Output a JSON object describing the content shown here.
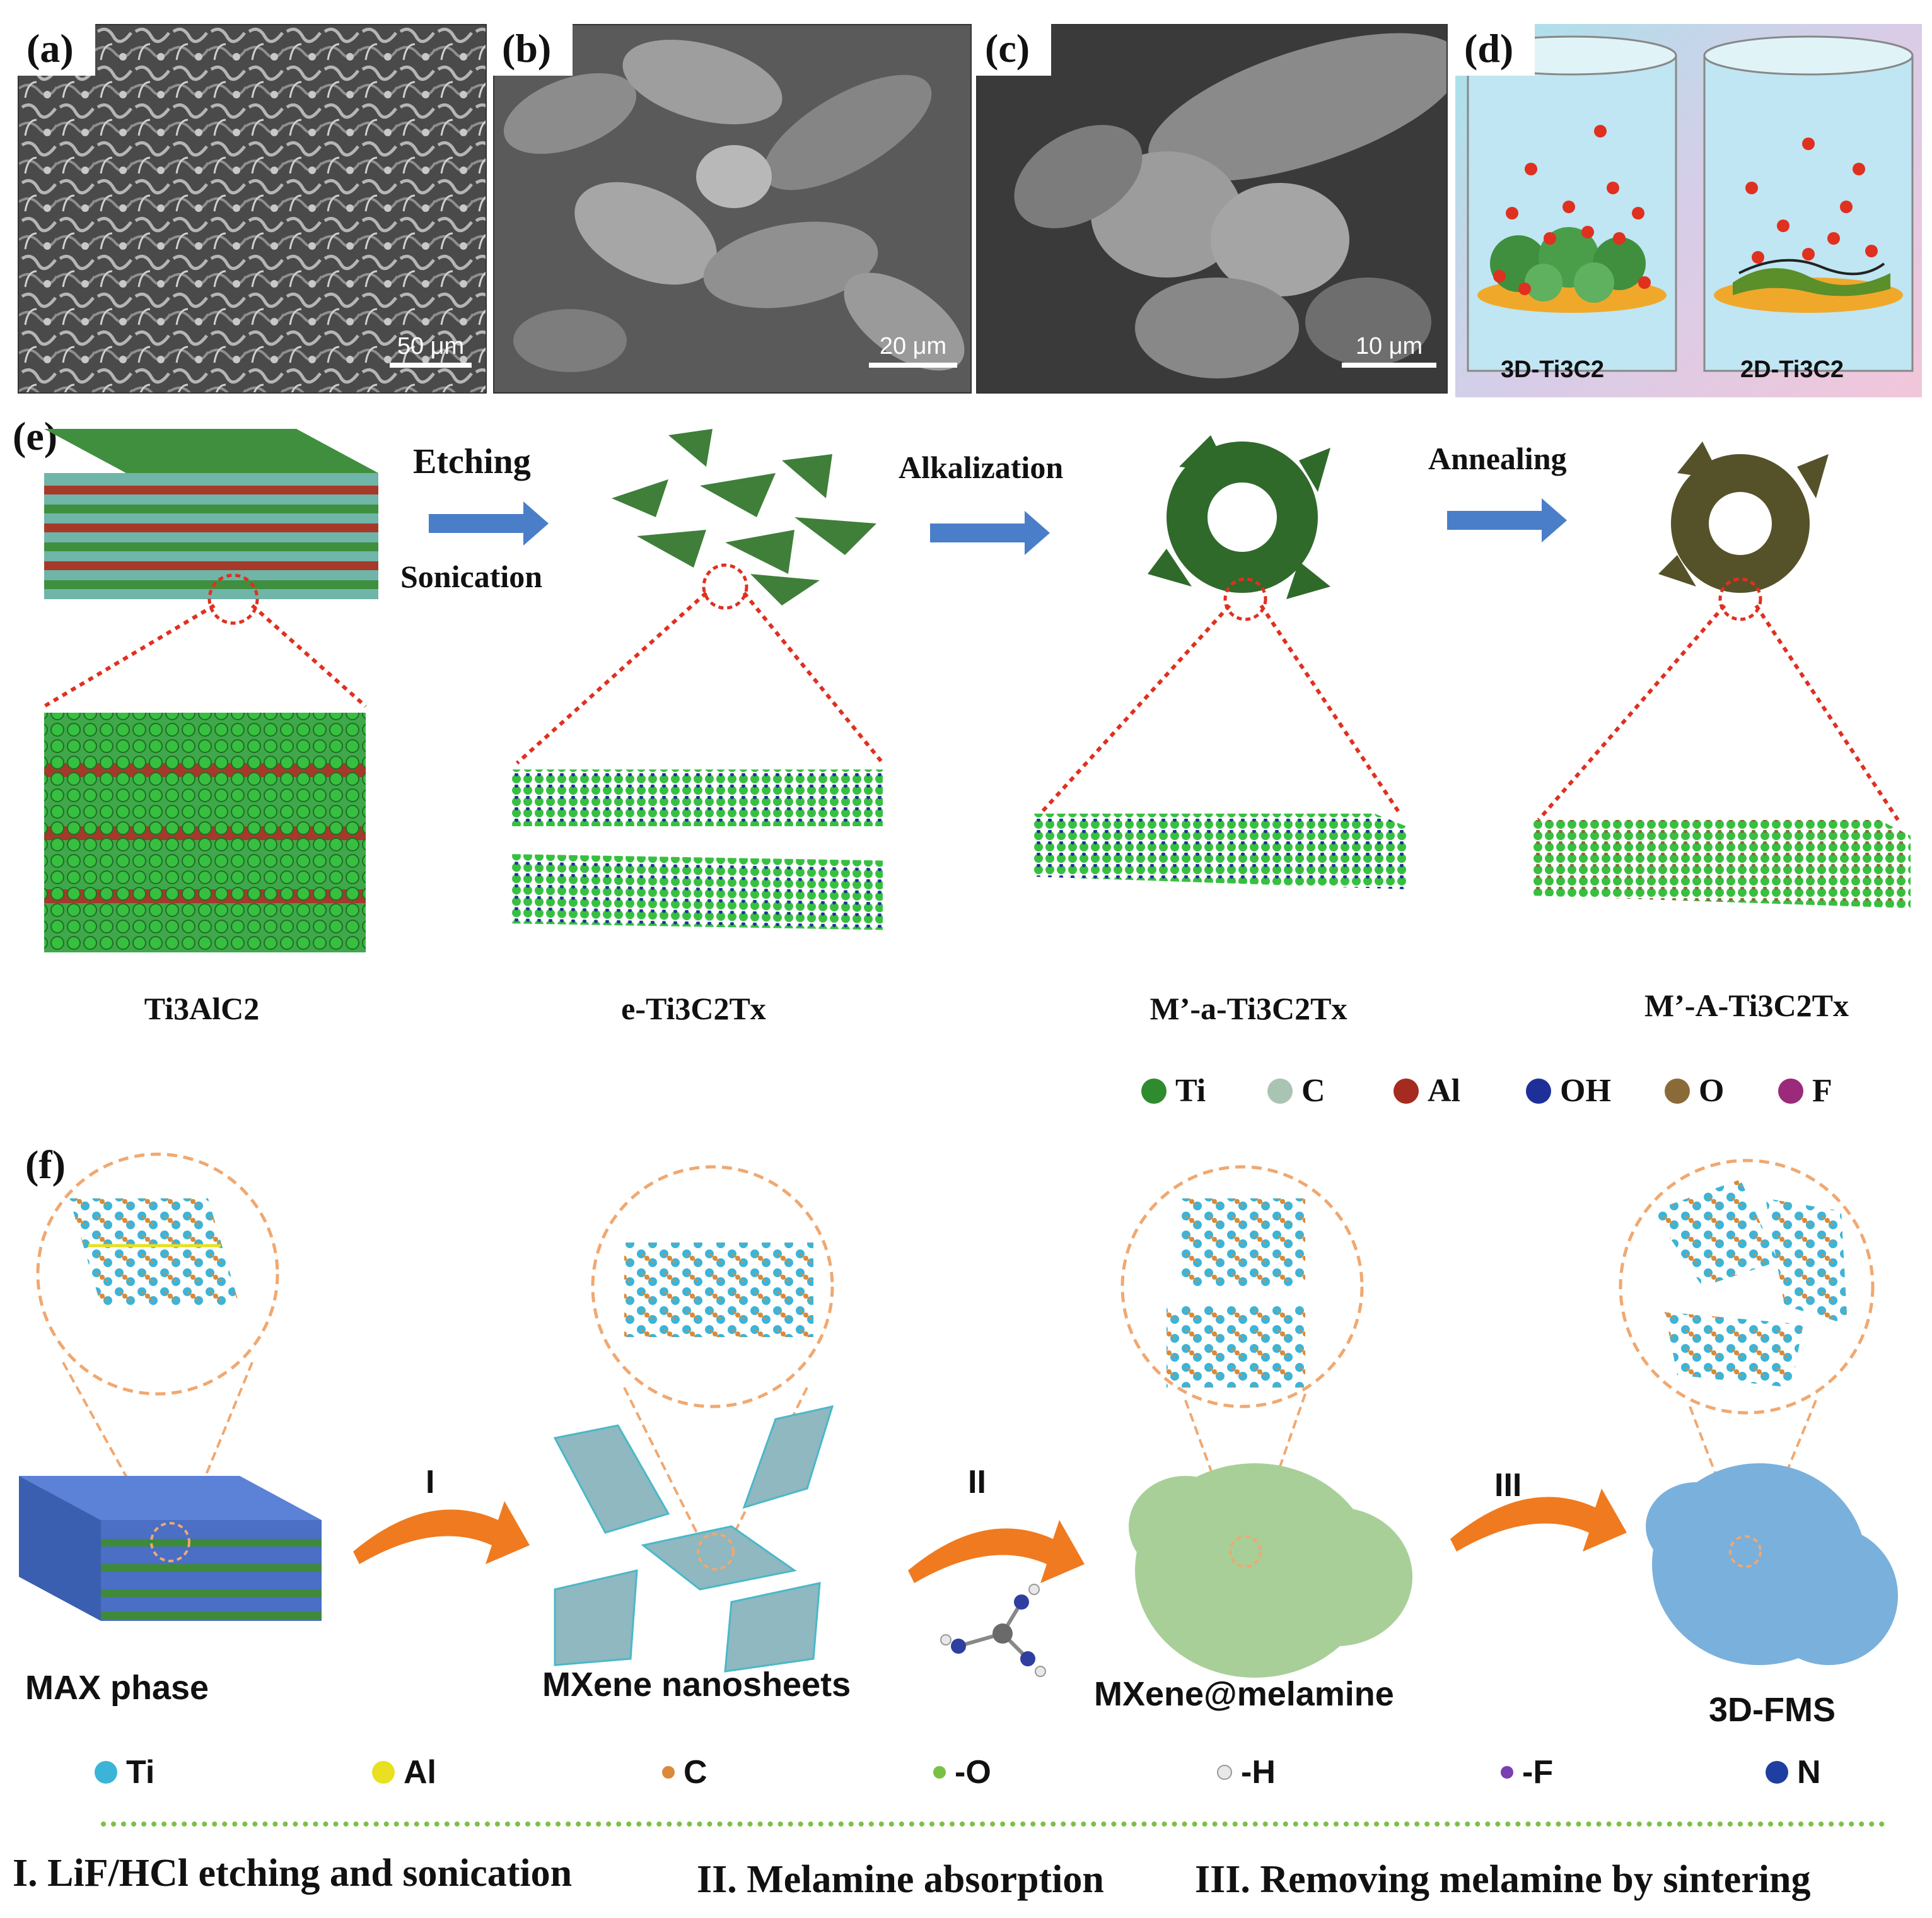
{
  "panel_labels": {
    "a": "(a)",
    "b": "(b)",
    "c": "(c)",
    "d": "(d)",
    "e": "(e)",
    "f": "(f)"
  },
  "sem_scale_bars": {
    "a": "50 μm",
    "b": "20 μm",
    "c": "10 μm"
  },
  "panel_d": {
    "left_label": "3D-Ti3C2",
    "right_label": "2D-Ti3C2"
  },
  "panel_e": {
    "steps": {
      "etching": "Etching",
      "sonication": "Sonication",
      "alkalization": "Alkalization",
      "annealing": "Annealing"
    },
    "materials": {
      "ti3alc2": "Ti3AlC2",
      "e_ti3c2tx": "e-Ti3C2Tx",
      "m_a_ti3c2tx": "M’-a-Ti3C2Tx",
      "m_A_ti3c2tx": "M’-A-Ti3C2Tx"
    },
    "legend": [
      {
        "label": "Ti",
        "color": "#2e8b2e"
      },
      {
        "label": "C",
        "color": "#a9c4b2"
      },
      {
        "label": "Al",
        "color": "#a52a1f"
      },
      {
        "label": "OH",
        "color": "#1f2f9a"
      },
      {
        "label": "O",
        "color": "#8b6a3a"
      },
      {
        "label": "F",
        "color": "#9b2a7a"
      }
    ]
  },
  "panel_f": {
    "step_numbers": {
      "one": "I",
      "two": "II",
      "three": "III"
    },
    "materials": {
      "max_phase": "MAX phase",
      "mxene_nanosheets": "MXene nanosheets",
      "mxene_melamine": "MXene@melamine",
      "fms": "3D-FMS"
    },
    "legend": [
      {
        "label": "Ti",
        "color": "#3cb4d8"
      },
      {
        "label": "Al",
        "color": "#e8e020"
      },
      {
        "label": "C",
        "color": "#d98a3a"
      },
      {
        "label": "-O",
        "color": "#7ac143"
      },
      {
        "label": "-H",
        "color": "#e8e8e8"
      },
      {
        "label": "-F",
        "color": "#7a3fb0"
      },
      {
        "label": "N",
        "color": "#1f3fa0"
      }
    ],
    "captions": {
      "one": "I. LiF/HCl etching and sonication",
      "two": "II. Melamine absorption",
      "three": "III. Removing melamine by sintering"
    }
  }
}
